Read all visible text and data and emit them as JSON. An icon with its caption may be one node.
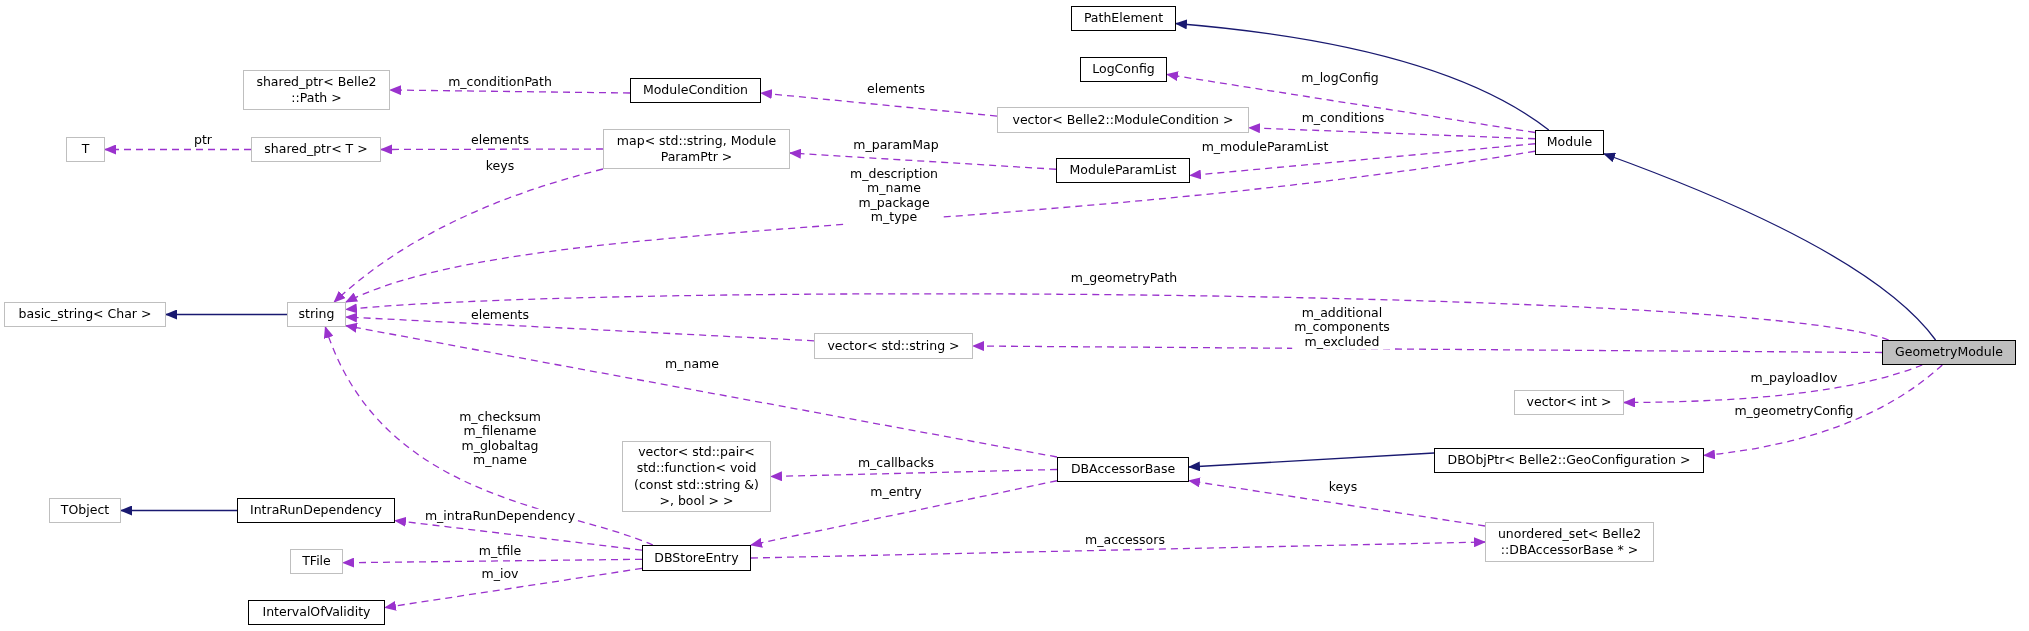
{
  "diagram": {
    "nodes": [
      {
        "text": [
          "PathElement"
        ]
      },
      {
        "text": [
          "LogConfig"
        ]
      },
      {
        "text": [
          "shared_ptr< Belle2 ::Path >"
        ]
      },
      {
        "text": [
          "ModuleCondition"
        ]
      },
      {
        "text": [
          "vector< Belle2::ModuleCondition >"
        ]
      },
      {
        "text": [
          "T"
        ]
      },
      {
        "text": [
          "shared_ptr< T >"
        ]
      },
      {
        "text": [
          "map< std::string, Module ParamPtr >"
        ]
      },
      {
        "text": [
          "ModuleParamList"
        ]
      },
      {
        "text": [
          "Module"
        ]
      },
      {
        "text": [
          "basic_string< Char >"
        ]
      },
      {
        "text": [
          "string"
        ]
      },
      {
        "text": [
          "vector< std::string >"
        ]
      },
      {
        "text": [
          "GeometryModule"
        ]
      },
      {
        "text": [
          "vector< int >"
        ]
      },
      {
        "text": [
          "vector< std::pair< std::function< void (const std::string &) >, bool > >"
        ]
      },
      {
        "text": [
          "DBAccessorBase"
        ]
      },
      {
        "text": [
          "DBObjPtr< Belle2::GeoConfiguration >"
        ]
      },
      {
        "text": [
          "TObject"
        ]
      },
      {
        "text": [
          "IntraRunDependency"
        ]
      },
      {
        "text": [
          "unordered_set< Belle2 ::DBAccessorBase * >"
        ]
      },
      {
        "text": [
          "TFile"
        ]
      },
      {
        "text": [
          "DBStoreEntry"
        ]
      },
      {
        "text": [
          "IntervalOfValidity"
        ]
      }
    ],
    "edges": [
      {
        "from": 9,
        "to": 0,
        "arrow": "to",
        "color": "#191970"
      },
      {
        "from": 13,
        "to": 9,
        "arrow": "to",
        "color": "#191970"
      },
      {
        "from": 9,
        "to": 1,
        "arrow": "to",
        "label": "m_logConfig",
        "style": "dashed"
      },
      {
        "from": 9,
        "to": 4,
        "arrow": "to",
        "label": "m_conditions",
        "style": "dashed"
      },
      {
        "from": 4,
        "to": 3,
        "arrow": "to",
        "label": "elements",
        "style": "dashed"
      },
      {
        "from": 3,
        "to": 2,
        "arrow": "to",
        "label": "m_conditionPath",
        "style": "dashed"
      },
      {
        "from": 9,
        "to": 8,
        "arrow": "to",
        "label": "m_moduleParamList",
        "style": "dashed"
      },
      {
        "from": 8,
        "to": 7,
        "arrow": "to",
        "label": "m_paramMap",
        "style": "dashed"
      },
      {
        "from": 7,
        "to": 6,
        "arrow": "to",
        "label": "elements",
        "style": "dashed"
      },
      {
        "from": 6,
        "to": 5,
        "arrow": "to",
        "label": "ptr",
        "style": "dashed"
      },
      {
        "from": 7,
        "to": 11,
        "arrow": "to",
        "label": "keys",
        "style": "dashed"
      },
      {
        "from": 9,
        "to": 11,
        "arrow": "to",
        "label": "m_description m_name m_package m_type",
        "style": "dashed"
      },
      {
        "from": 11,
        "to": 10,
        "arrow": "to",
        "color": "#191970"
      },
      {
        "from": 13,
        "to": 11,
        "arrow": "to",
        "label": "m_geometryPath",
        "style": "dashed"
      },
      {
        "from": 12,
        "to": 11,
        "arrow": "to",
        "label": "elements",
        "style": "dashed"
      },
      {
        "from": 13,
        "to": 12,
        "arrow": "to",
        "label": "m_additional m_components m_excluded",
        "style": "dashed"
      },
      {
        "from": 16,
        "to": 11,
        "arrow": "to",
        "label": "m_name",
        "style": "dashed"
      },
      {
        "from": 22,
        "to": 11,
        "arrow": "to",
        "label": "m_checksum m_filename m_globaltag m_name",
        "style": "dashed"
      },
      {
        "from": 13,
        "to": 14,
        "arrow": "to",
        "label": "m_payloadIov",
        "style": "dashed"
      },
      {
        "from": 13,
        "to": 17,
        "arrow": "to",
        "label": "m_geometryConfig",
        "style": "dashed"
      },
      {
        "from": 17,
        "to": 16,
        "arrow": "to",
        "color": "#191970"
      },
      {
        "from": 16,
        "to": 15,
        "arrow": "to",
        "label": "m_callbacks",
        "style": "dashed"
      },
      {
        "from": 16,
        "to": 22,
        "arrow": "to",
        "label": "m_entry",
        "style": "dashed"
      },
      {
        "from": 20,
        "to": 16,
        "arrow": "to",
        "label": "keys",
        "style": "dashed"
      },
      {
        "from": 22,
        "to": 20,
        "arrow": "to",
        "label": "m_accessors",
        "style": "dashed"
      },
      {
        "from": 19,
        "to": 18,
        "arrow": "to",
        "color": "#191970"
      },
      {
        "from": 22,
        "to": 19,
        "arrow": "to",
        "label": "m_intraRunDependency",
        "style": "dashed"
      },
      {
        "from": 22,
        "to": 21,
        "arrow": "to",
        "label": "m_tfile",
        "style": "dashed"
      },
      {
        "from": 22,
        "to": 23,
        "arrow": "to",
        "label": "m_iov",
        "style": "dashed"
      }
    ]
  }
}
